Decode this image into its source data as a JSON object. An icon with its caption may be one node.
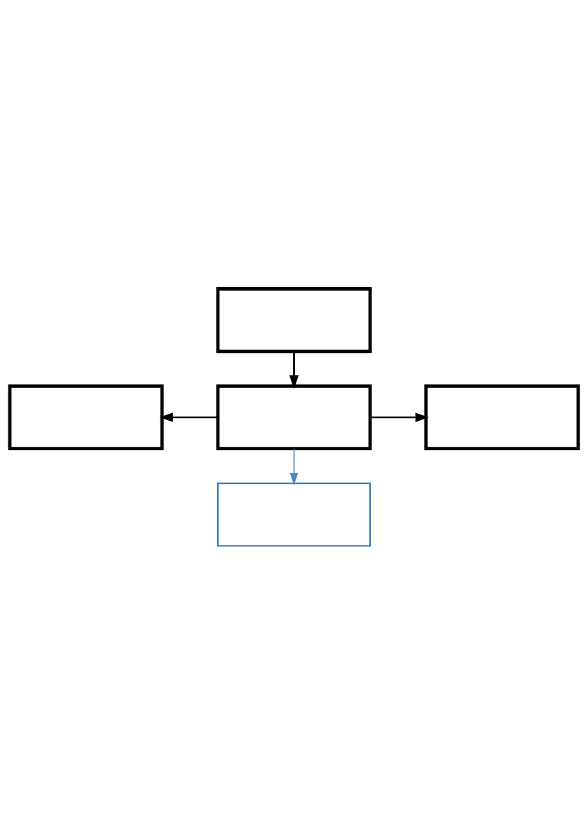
{
  "diagram": {
    "nodes": [
      {
        "text": [],
        "shape": "box"
      },
      {
        "text": [],
        "shape": "box"
      },
      {
        "text": [],
        "shape": "box"
      },
      {
        "text": [],
        "shape": "box"
      },
      {
        "text": [],
        "shape": "box"
      }
    ],
    "edges": [
      {
        "from": 0,
        "to": 2,
        "arrow": "to"
      },
      {
        "from": 2,
        "to": 1,
        "arrow": "to"
      },
      {
        "from": 2,
        "to": 3,
        "arrow": "to"
      },
      {
        "from": 2,
        "to": 4,
        "arrow": "to",
        "color": "#4f81bd"
      }
    ]
  }
}
